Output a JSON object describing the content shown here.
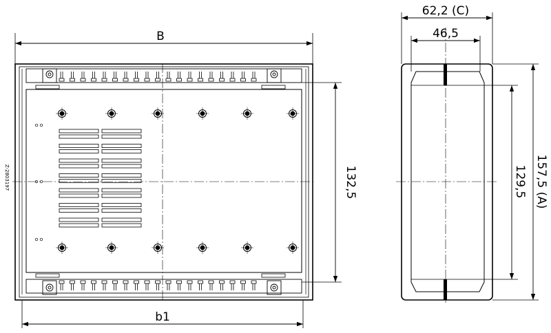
{
  "drawing_id": "Z-2803197",
  "front_view": {
    "width_label": "B",
    "base_width_label": "b1",
    "height_dim": "132,5"
  },
  "side_view": {
    "outer_depth_dim": "62,2 (C)",
    "inner_depth_dim": "46,5",
    "outer_height_dim": "157,5 (A)",
    "inner_height_dim": "129,5"
  },
  "colors": {
    "line": "#000000",
    "background": "#ffffff"
  }
}
